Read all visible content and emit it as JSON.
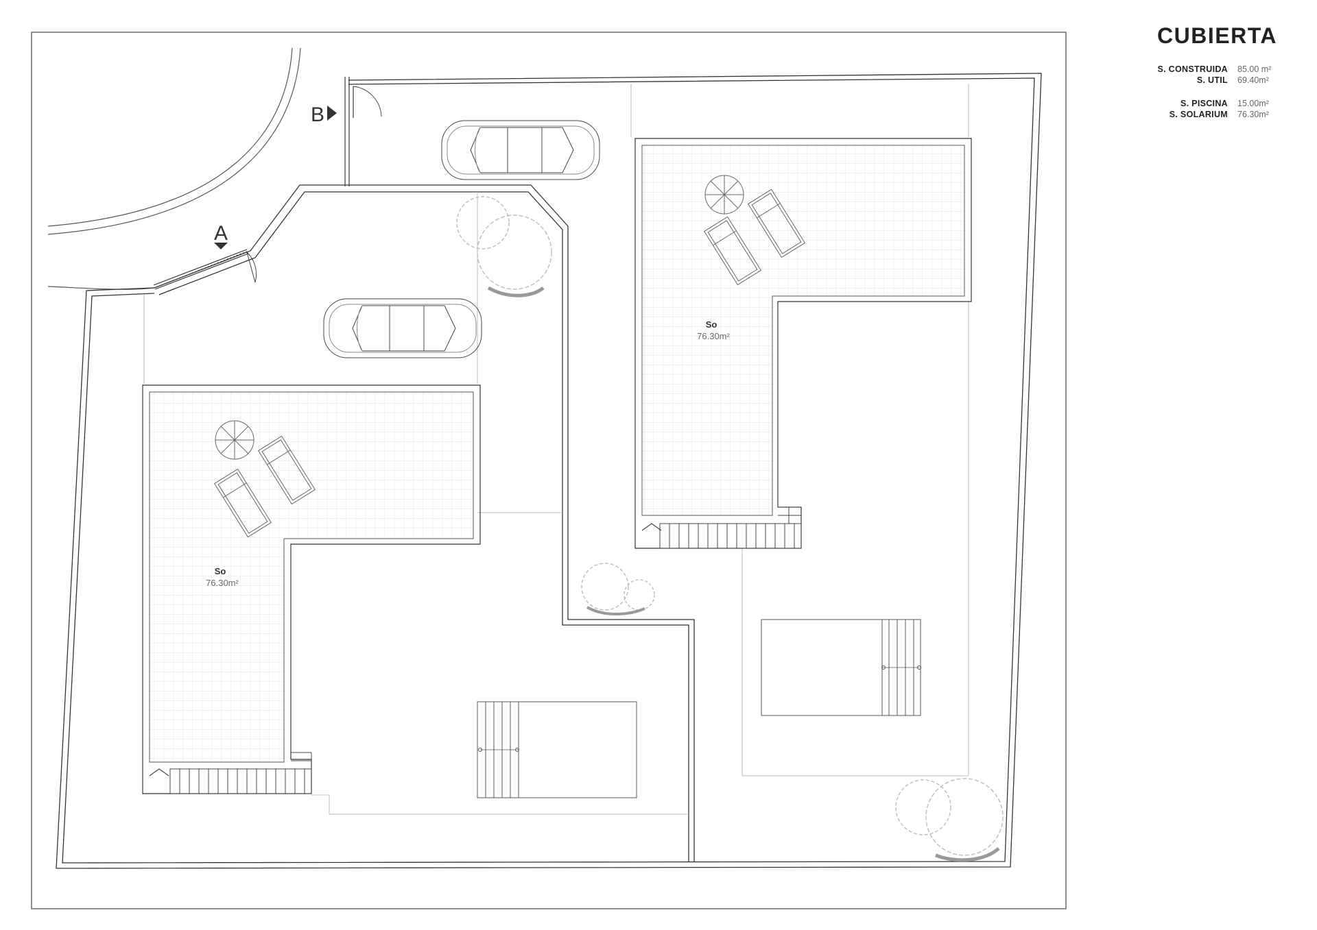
{
  "header": {
    "title": "CUBIERTA"
  },
  "areas": {
    "construida": {
      "label": "S. CONSTRUIDA",
      "value": "85.00 m²"
    },
    "util": {
      "label": "S. UTIL",
      "value": "69.40m²"
    },
    "piscina": {
      "label": "S. PISCINA",
      "value": "15.00m²"
    },
    "solarium": {
      "label": "S. SOLARIUM",
      "value": "76.30m²"
    }
  },
  "plan": {
    "access_a": "A",
    "access_b": "B",
    "solarium_left": {
      "label": "So",
      "area": "76.30m²"
    },
    "solarium_right": {
      "label": "So",
      "area": "76.30m²"
    }
  }
}
